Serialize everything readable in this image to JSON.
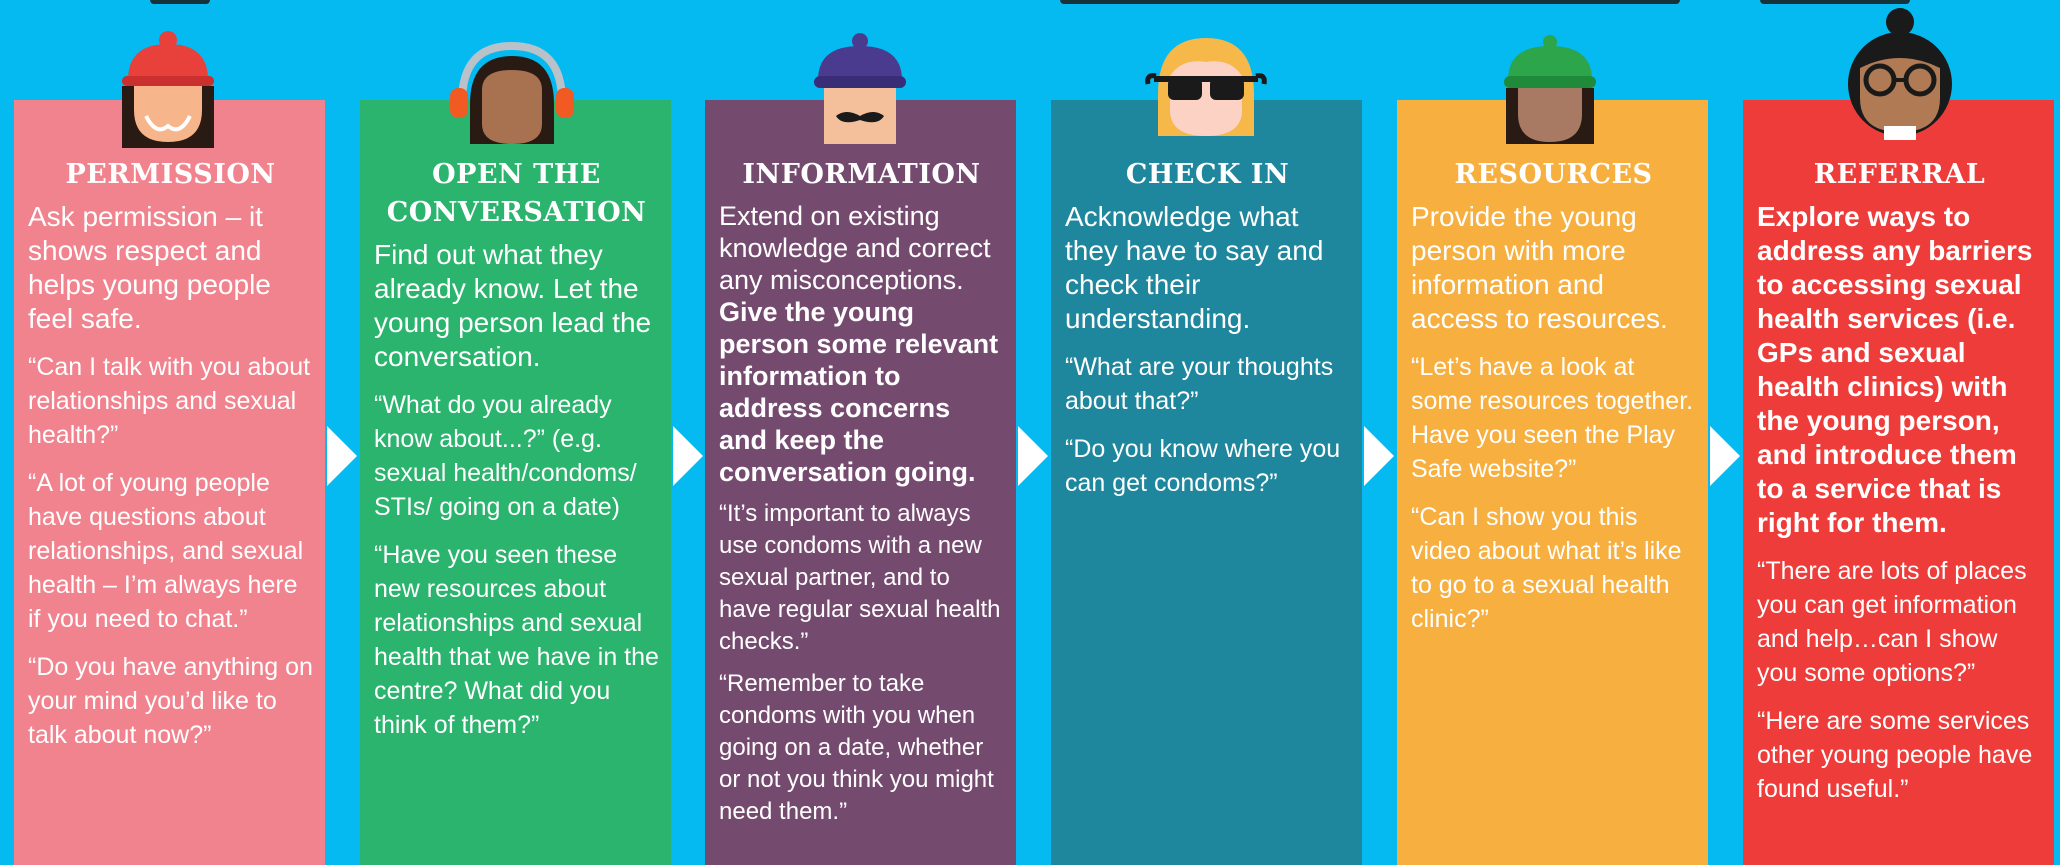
{
  "colors": {
    "background": "#05baf0",
    "permission": "#f1838e",
    "open": "#2ab46d",
    "information": "#754a6f",
    "checkin": "#1e869d",
    "resources": "#f7af3f",
    "referral": "#ed3c39"
  },
  "steps": [
    {
      "title_line1": "PERMISSION",
      "title_line2": "",
      "lead": "Ask permission – it shows respect and helps young people feel safe.",
      "quotes": [
        "“Can I talk with you about relationships and sexual health?”",
        "“A lot of young people have questions about relationships, and sexual health – I’m always here if you need to chat.”",
        "“Do you have anything on your mind you’d like to talk about now?”"
      ],
      "icon": "red-beanie-character-icon"
    },
    {
      "title_line1": "OPEN THE",
      "title_line2": "CONVERSATION",
      "lead": "Find out what they already know. Let the young person lead the conversation.",
      "quotes": [
        "“What do you already know about...?” (e.g. sexual health/condoms/ STIs/ going on a date)",
        "“Have you seen these new resources about relationships and sexual health that we have in the centre? What did you think of them?”"
      ],
      "icon": "headphones-character-icon"
    },
    {
      "title_line1": "INFORMATION",
      "title_line2": "",
      "lead_plain": "Extend on existing knowledge and correct any misconceptions.",
      "lead_bold": "Give the young person some relevant information to address concerns and keep the conversation going.",
      "quotes": [
        "“It’s important to always use condoms with a new sexual partner, and to have regular sexual health checks.”",
        "“Remember to take condoms with you when going on a date, whether or not you think you might need them.”"
      ],
      "icon": "moustache-beanie-character-icon"
    },
    {
      "title_line1": "CHECK IN",
      "title_line2": "",
      "lead": "Acknowledge what they have to say and check their understanding.",
      "quotes": [
        "“What are your thoughts about that?”",
        "“Do you know where you can get condoms?”"
      ],
      "icon": "sunglasses-character-icon"
    },
    {
      "title_line1": "RESOURCES",
      "title_line2": "",
      "lead": "Provide the young person with more information and access to resources.",
      "quotes": [
        "“Let’s have a look at some resources together. Have you seen the Play Safe website?”",
        "“Can I show you this video about what it’s like to go to a sexual health clinic?”"
      ],
      "icon": "green-beanie-character-icon"
    },
    {
      "title_line1": "REFERRAL",
      "title_line2": "",
      "lead": "Explore ways to address any barriers to accessing sexual health services (i.e. GPs and sexual health clinics) with the young person, and introduce them to a service that is right for them.",
      "quotes": [
        "“There are lots of places you can get information and help…can I show you some options?”",
        "“Here are some services other young people have found useful.”"
      ],
      "icon": "glasses-bun-character-icon"
    }
  ]
}
